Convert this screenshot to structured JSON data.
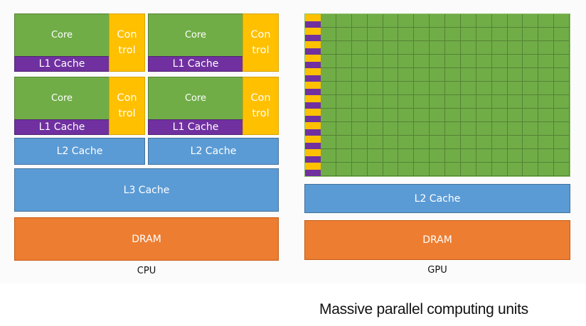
{
  "cpu": {
    "title": "CPU",
    "cores": [
      {
        "core": "Core",
        "l1": "L1 Cache",
        "control": [
          "Con",
          "trol"
        ]
      },
      {
        "core": "Core",
        "l1": "L1 Cache",
        "control": [
          "Con",
          "trol"
        ]
      },
      {
        "core": "Core",
        "l1": "L1 Cache",
        "control": [
          "Con",
          "trol"
        ]
      },
      {
        "core": "Core",
        "l1": "L1 Cache",
        "control": [
          "Con",
          "trol"
        ]
      }
    ],
    "l2": [
      "L2 Cache",
      "L2 Cache"
    ],
    "l3": "L3 Cache",
    "dram": "DRAM"
  },
  "gpu": {
    "title": "GPU",
    "grid": {
      "rows": 12,
      "core_columns": 16,
      "control_color": "#ffc000",
      "l1_color": "#7030a0",
      "core_color": "#70ad47"
    },
    "l2": "L2 Cache",
    "dram": "DRAM"
  },
  "colors": {
    "core": "#70ad47",
    "l1_cache": "#7030a0",
    "control": "#ffc000",
    "cache": "#5b9bd5",
    "dram": "#ed7d31"
  },
  "footer": "Massive parallel computing units"
}
